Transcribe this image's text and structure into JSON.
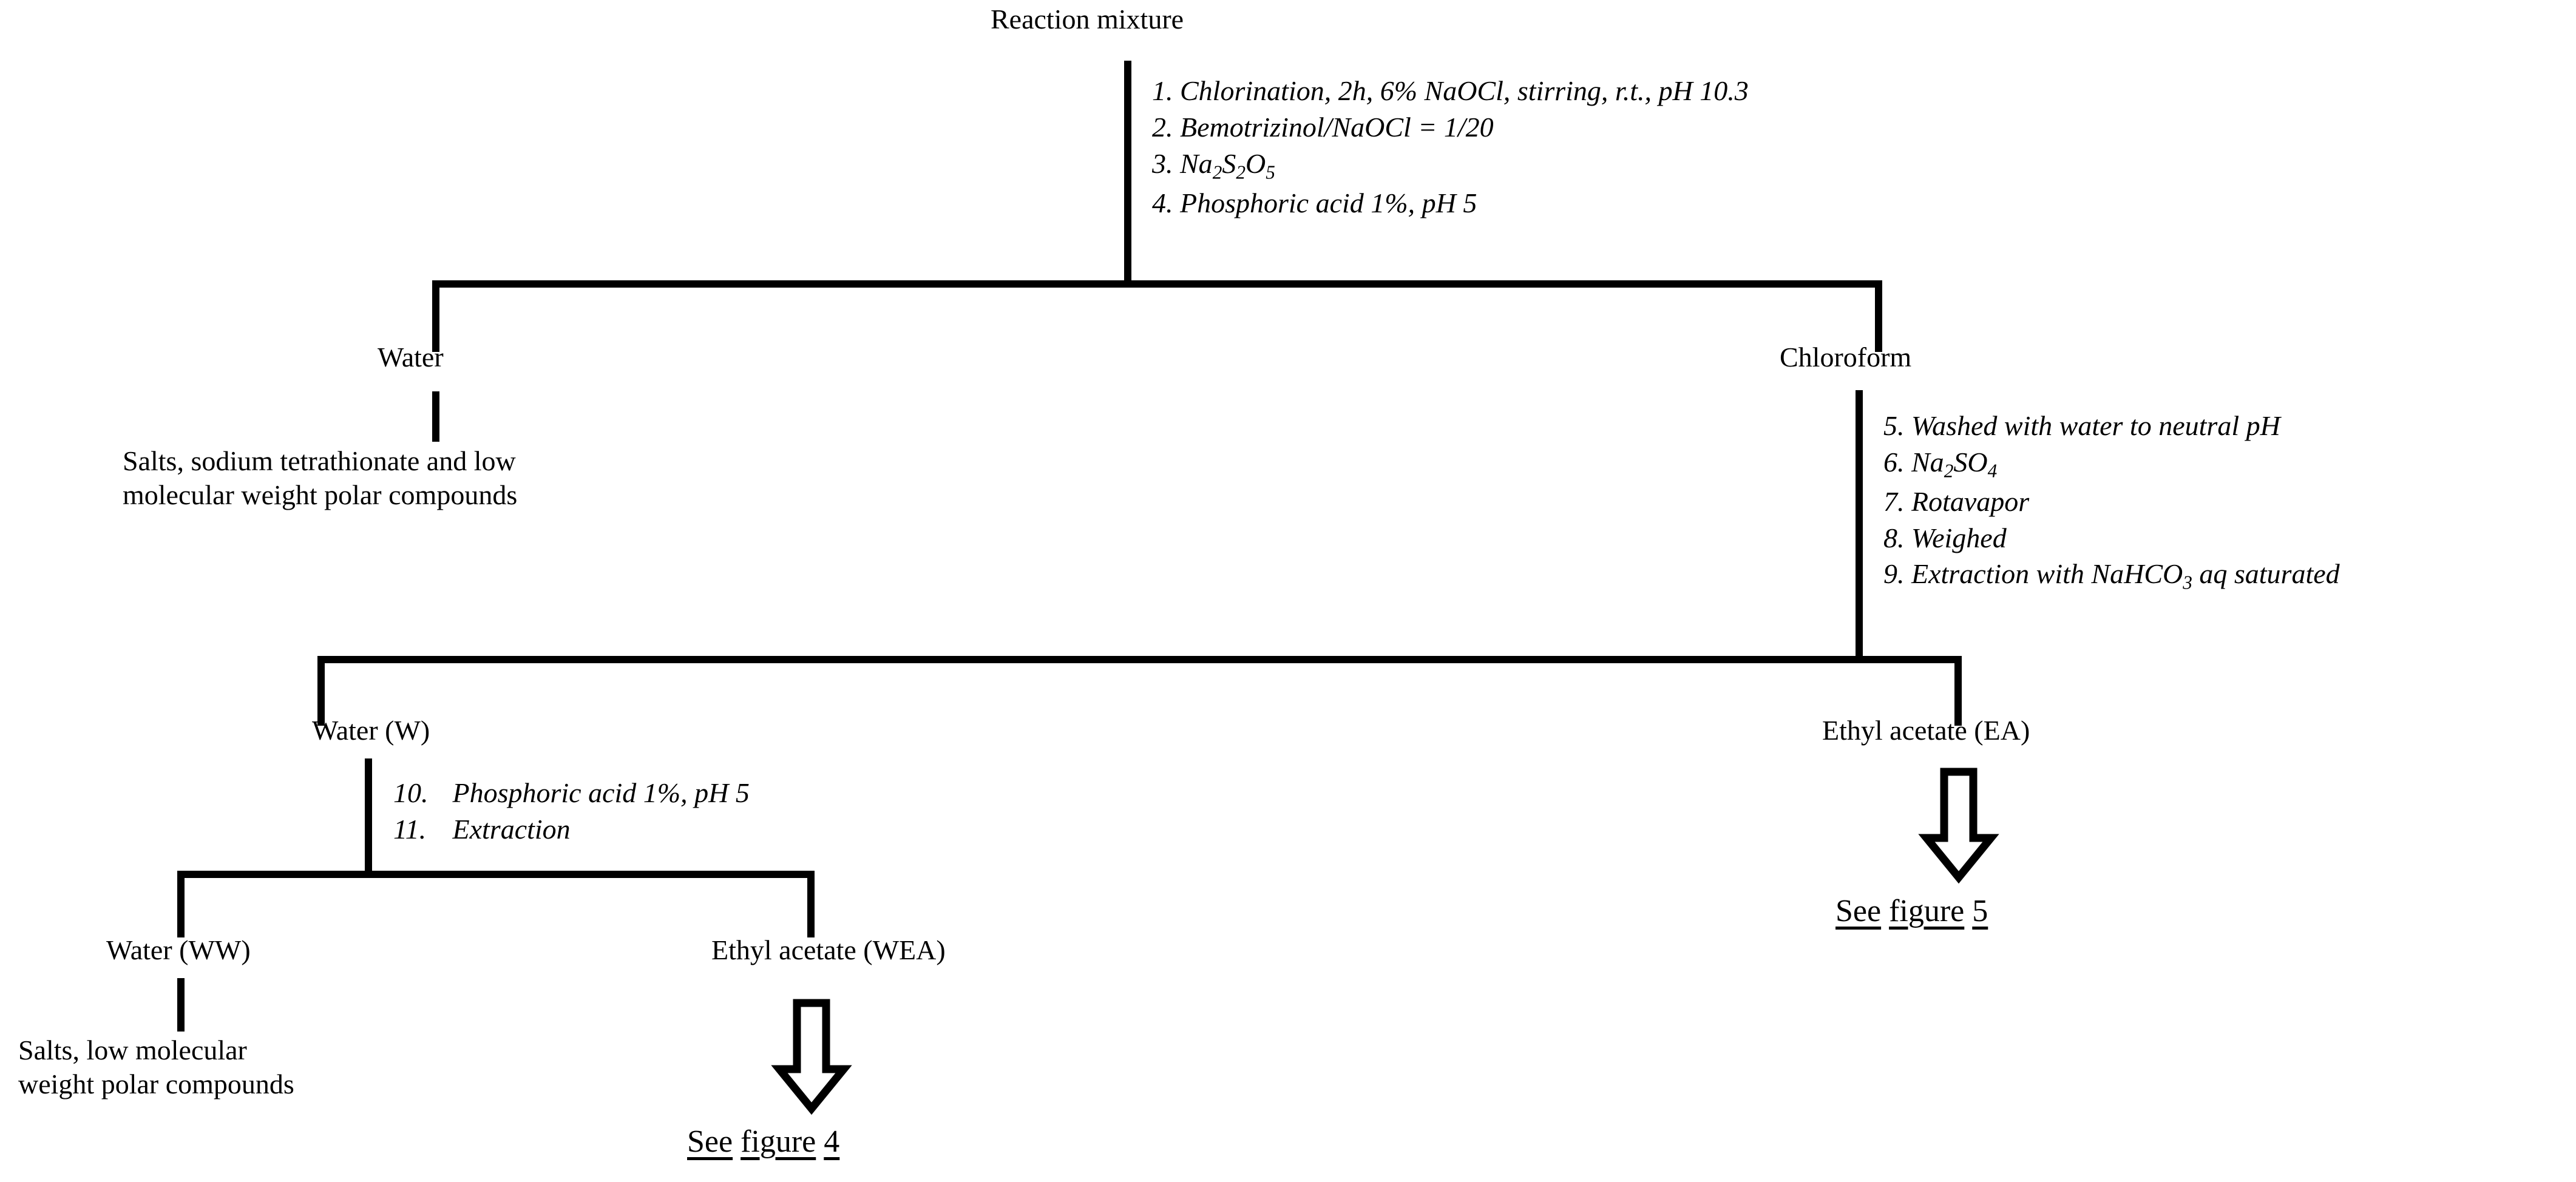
{
  "figure": {
    "type": "process-flow-diagram",
    "root": {
      "label": "Reaction mixture"
    },
    "steps_root": {
      "items": [
        {
          "num": "1.",
          "text": "Chlorination, 2h, 6% NaOCl, stirring, r.t., pH 10.3"
        },
        {
          "num": "2.",
          "text": "Bemotrizinol/NaOCl = 1/20"
        },
        {
          "num": "3.",
          "text": "Na2S2O5",
          "formula": [
            "Na",
            "2",
            "S",
            "2",
            "O",
            "5"
          ]
        },
        {
          "num": "4.",
          "text": "Phosphoric acid 1%, pH 5"
        }
      ]
    },
    "branch_water": {
      "label": "Water",
      "note_lines": [
        "Salts, sodium tetrathionate and low",
        "molecular weight polar compounds"
      ]
    },
    "branch_chloroform": {
      "label": "Chloroform",
      "steps": [
        {
          "num": "5.",
          "text": "Washed with water to neutral pH"
        },
        {
          "num": "6.",
          "text": "Na2SO4",
          "formula": [
            "Na",
            "2",
            "SO",
            "4"
          ]
        },
        {
          "num": "7.",
          "text": "Rotavapor"
        },
        {
          "num": "8.",
          "text": "Weighed"
        },
        {
          "num": "9.",
          "text": "Extraction with NaHCO3 aq saturated",
          "formula": [
            "Extraction with NaHCO",
            "3",
            " aq saturated"
          ]
        }
      ]
    },
    "branch_water_w": {
      "label": "Water (W)",
      "steps": [
        {
          "num": "10.",
          "text": "Phosphoric acid 1%, pH 5"
        },
        {
          "num": "11.",
          "text": "Extraction"
        }
      ]
    },
    "branch_ethyl_acetate_ea": {
      "label": "Ethyl acetate (EA)",
      "arrow": "down-block-arrow",
      "link_words": [
        "See",
        "figure",
        "5"
      ]
    },
    "branch_water_ww": {
      "label": "Water (WW)",
      "note_lines": [
        "Salts, low molecular",
        "weight polar compounds"
      ]
    },
    "branch_ethyl_acetate_wea": {
      "label": "Ethyl acetate (WEA)",
      "arrow": "down-block-arrow",
      "link_words": [
        "See",
        "figure",
        "4"
      ]
    },
    "colors": {
      "ink": "#000000",
      "paper": "#ffffff"
    }
  }
}
